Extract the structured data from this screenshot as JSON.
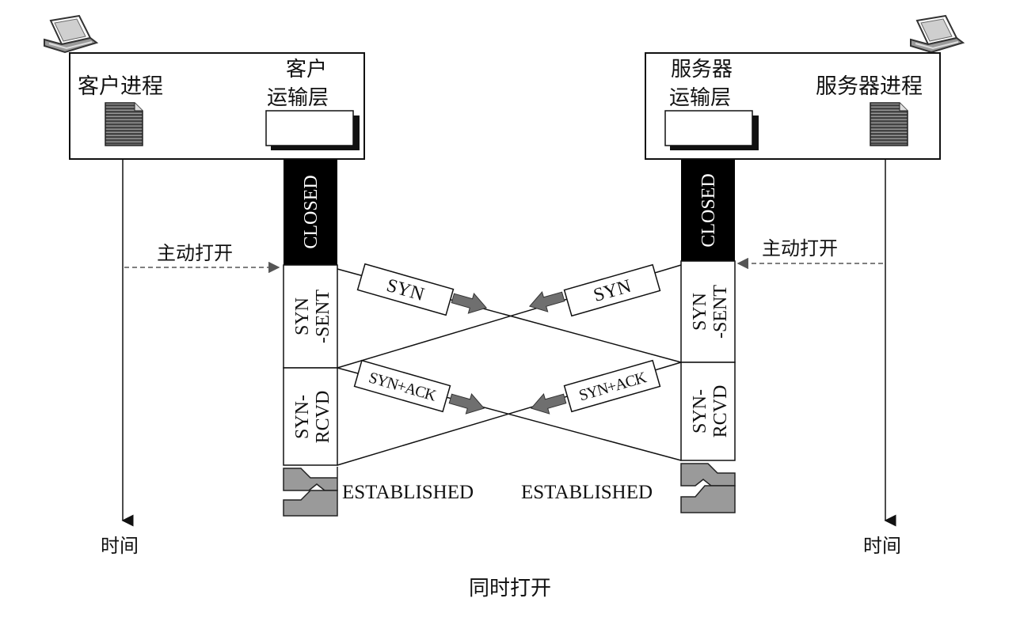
{
  "client": {
    "process_label": "客户进程",
    "transport_label_line1": "客户",
    "transport_label_line2": "运输层",
    "time_label": "时间",
    "active_open_label": "主动打开"
  },
  "server": {
    "process_label": "服务器进程",
    "transport_label_line1": "服务器",
    "transport_label_line2": "运输层",
    "time_label": "时间",
    "active_open_label": "主动打开"
  },
  "states": {
    "closed": "CLOSED",
    "syn_sent_line1": "SYN",
    "syn_sent_line2": "-SENT",
    "syn_rcvd_line1": "SYN-",
    "syn_rcvd_line2": "RCVD",
    "established": "ESTABLISHED"
  },
  "segments": {
    "syn": "SYN",
    "syn_ack": "SYN+ACK"
  },
  "caption": "同时打开",
  "colors": {
    "line": "#111111",
    "closed_fill": "#000000",
    "established_fill": "#9a9a9a",
    "arrow_fill": "#6f6f6f",
    "document_fill": "#555555"
  },
  "icons": {
    "host": "laptop-icon",
    "process": "document-icon",
    "direction": "block-arrow-icon"
  }
}
